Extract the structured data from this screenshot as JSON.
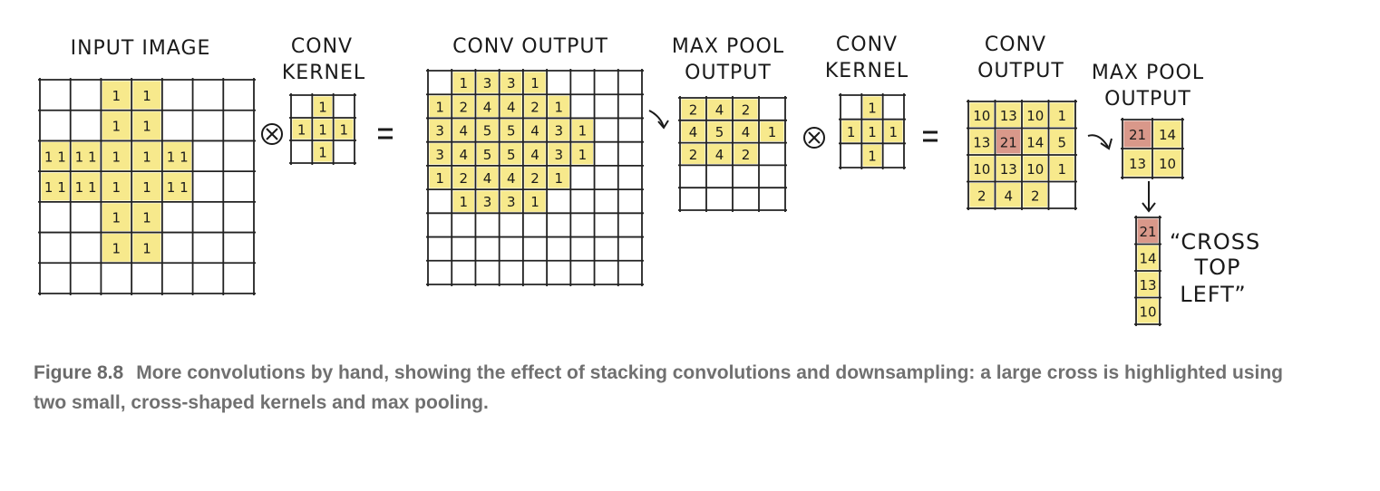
{
  "titles": {
    "input_image": "INPUT IMAGE",
    "conv_kernel_1_l1": "CONV",
    "conv_kernel_1_l2": "KERNEL",
    "conv_output_1": "CONV OUTPUT",
    "max_pool_1_l1": "MAX POOL",
    "max_pool_1_l2": "OUTPUT",
    "conv_kernel_2_l1": "CONV",
    "conv_kernel_2_l2": "KERNEL",
    "conv_output_2_l1": "CONV",
    "conv_output_2_l2": "OUTPUT",
    "max_pool_2_l1": "MAX POOL",
    "max_pool_2_l2": "OUTPUT"
  },
  "operators": {
    "convolve": "⊗",
    "equals": "="
  },
  "colors": {
    "highlight": "#f7e98c",
    "max": "#d9988a",
    "grid": "#222222",
    "caption": "#707070"
  },
  "grids": {
    "input": {
      "rows": 7,
      "cols": 7,
      "cells": [
        [
          "",
          "",
          "1",
          "1",
          "",
          "",
          ""
        ],
        [
          "",
          "",
          "1",
          "1",
          "",
          "",
          ""
        ],
        [
          "1 1",
          "1 1",
          "1",
          "1",
          "1 1",
          "",
          ""
        ],
        [
          "1 1",
          "1 1",
          "1",
          "1",
          "1 1",
          "",
          ""
        ],
        [
          "",
          "",
          "1",
          "1",
          "",
          "",
          ""
        ],
        [
          "",
          "",
          "1",
          "1",
          "",
          "",
          ""
        ],
        [
          "",
          "",
          "",
          "",
          "",
          "",
          ""
        ]
      ]
    },
    "kernel1": {
      "rows": 3,
      "cols": 3,
      "cells": [
        [
          "",
          "1",
          ""
        ],
        [
          "1",
          "1",
          "1"
        ],
        [
          "",
          "1",
          ""
        ]
      ]
    },
    "conv1": {
      "rows": 9,
      "cols": 9,
      "cells": [
        [
          "",
          "1",
          "3",
          "3",
          "1",
          "",
          "",
          "",
          ""
        ],
        [
          "1",
          "2",
          "4",
          "4",
          "2",
          "1",
          "",
          "",
          ""
        ],
        [
          "3",
          "4",
          "5",
          "5",
          "4",
          "3",
          "1",
          "",
          ""
        ],
        [
          "3",
          "4",
          "5",
          "5",
          "4",
          "3",
          "1",
          "",
          ""
        ],
        [
          "1",
          "2",
          "4",
          "4",
          "2",
          "1",
          "",
          "",
          ""
        ],
        [
          "",
          "1",
          "3",
          "3",
          "1",
          "",
          "",
          "",
          ""
        ],
        [
          "",
          "",
          "",
          "",
          "",
          "",
          "",
          "",
          ""
        ],
        [
          "",
          "",
          "",
          "",
          "",
          "",
          "",
          "",
          ""
        ],
        [
          "",
          "",
          "",
          "",
          "",
          "",
          "",
          "",
          ""
        ]
      ]
    },
    "pool1": {
      "rows": 5,
      "cols": 4,
      "cells": [
        [
          "2",
          "4",
          "2",
          ""
        ],
        [
          "4",
          "5",
          "4",
          "1"
        ],
        [
          "2",
          "4",
          "2",
          ""
        ],
        [
          "",
          "",
          "",
          ""
        ],
        [
          "",
          "",
          "",
          ""
        ]
      ]
    },
    "kernel2": {
      "rows": 3,
      "cols": 3,
      "cells": [
        [
          "",
          "1",
          ""
        ],
        [
          "1",
          "1",
          "1"
        ],
        [
          "",
          "1",
          ""
        ]
      ]
    },
    "conv2": {
      "rows": 4,
      "cols": 4,
      "cells": [
        [
          "10",
          "13",
          "10",
          "1"
        ],
        [
          "13",
          "21",
          "14",
          "5"
        ],
        [
          "10",
          "13",
          "10",
          "1"
        ],
        [
          "2",
          "4",
          "2",
          ""
        ]
      ]
    },
    "pool2": {
      "rows": 2,
      "cols": 2,
      "cells": [
        [
          "21",
          "14"
        ],
        [
          "13",
          "10"
        ]
      ]
    },
    "flat": {
      "rows": 4,
      "cols": 1,
      "cells": [
        [
          "21"
        ],
        [
          "14"
        ],
        [
          "13"
        ],
        [
          "10"
        ]
      ]
    }
  },
  "label": {
    "line1": "“CROSS",
    "line2": "TOP",
    "line3": "LEFT”"
  },
  "caption": {
    "number": "Figure 8.8",
    "text": "More convolutions by hand, showing the effect of stacking convolutions and downsampling: a large cross is highlighted using two small, cross-shaped kernels and max pooling."
  }
}
